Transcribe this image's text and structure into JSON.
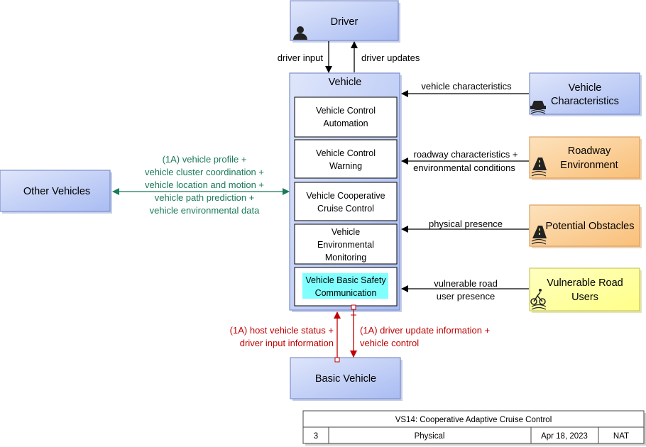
{
  "driver": {
    "label": "Driver",
    "icon": "person-icon"
  },
  "vehicle": {
    "label": "Vehicle",
    "subsystems": [
      {
        "lines": [
          "Vehicle Control",
          "Automation"
        ]
      },
      {
        "lines": [
          "Vehicle Control",
          "Warning"
        ]
      },
      {
        "lines": [
          "Vehicle Cooperative",
          "Cruise Control"
        ]
      },
      {
        "lines": [
          "Vehicle",
          "Environmental",
          "Monitoring"
        ]
      },
      {
        "lines": [
          "Vehicle Basic Safety",
          "Communication"
        ],
        "highlight": "#80ffff"
      }
    ]
  },
  "other_vehicles": {
    "label": "Other Vehicles"
  },
  "vehicle_characteristics": {
    "lines": [
      "Vehicle",
      "Characteristics"
    ],
    "icon": "car-icon"
  },
  "roadway_environment": {
    "lines": [
      "Roadway",
      "Environment"
    ],
    "icon": "road-icon"
  },
  "potential_obstacles": {
    "label": "Potential Obstacles",
    "icon": "road-icon"
  },
  "vulnerable_road_users": {
    "lines": [
      "Vulnerable Road",
      "Users"
    ],
    "icon": "cyclist-icon"
  },
  "basic_vehicle": {
    "label": "Basic Vehicle"
  },
  "flows": {
    "driver_input": "driver input",
    "driver_updates": "driver updates",
    "vehicle_characteristics": "vehicle characteristics",
    "roadway": [
      "roadway characteristics +",
      "environmental conditions"
    ],
    "physical_presence": "physical presence",
    "vulnerable": [
      "vulnerable road",
      "user presence"
    ],
    "v2v": [
      "(1A) vehicle profile +",
      "vehicle cluster coordination +",
      "vehicle location and motion +",
      "vehicle path prediction +",
      "vehicle environmental data"
    ],
    "host_status": [
      "(1A) host vehicle status +",
      "driver input information"
    ],
    "driver_update_info": [
      "(1A) driver update information +",
      "vehicle control"
    ]
  },
  "colors": {
    "blue_box": "#b9c9f5",
    "blue_border": "#7f8fc8",
    "orange_box": "#fcc98a",
    "orange_border": "#d9a060",
    "yellow_box": "#ffff99",
    "yellow_border": "#c8c860",
    "green_flow": "#1a7a5a",
    "red_flow": "#c00000"
  },
  "title_block": {
    "title": "VS14: Cooperative Adaptive Cruise Control",
    "number": "3",
    "view": "Physical",
    "date": "Apr 18, 2023",
    "org": "NAT"
  }
}
